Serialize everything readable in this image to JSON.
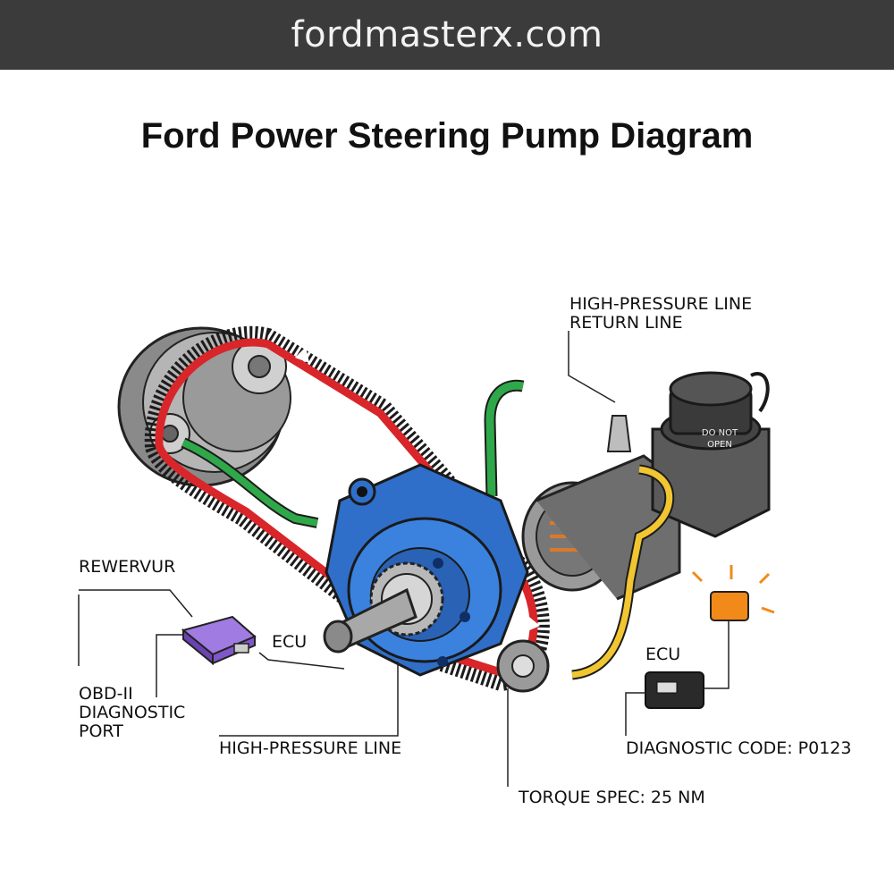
{
  "site": {
    "domain": "fordmasterx.com"
  },
  "title": "Ford Power Steering Pump Diagram",
  "labels": {
    "high_pressure_return": [
      "HIGH-PRESSURE LINE",
      "RETURN LINE"
    ],
    "reservoir": "REWERVUR",
    "ecu_left": "ECU",
    "obd_port": [
      "OBD-II",
      "DIAGNOSTIC",
      "PORT"
    ],
    "high_pressure_line": "HIGH-PRESSURE LINE",
    "ecu_right": "ECU",
    "diagnostic_code": "DIAGNOSTIC CODE: P0123",
    "torque_spec": "TORQUE SPEC: 25 NM",
    "cap_warning": [
      "DO NOT",
      "OPEN"
    ]
  },
  "colors": {
    "banner_bg": "#3b3b3b",
    "belt": "#d8262a",
    "pump_body": "#2f6fc9",
    "green_hose": "#2fa84a",
    "yellow_line": "#f2c631",
    "ecu_module": "#8a5ad1",
    "warning_light": "#f28a1a"
  }
}
